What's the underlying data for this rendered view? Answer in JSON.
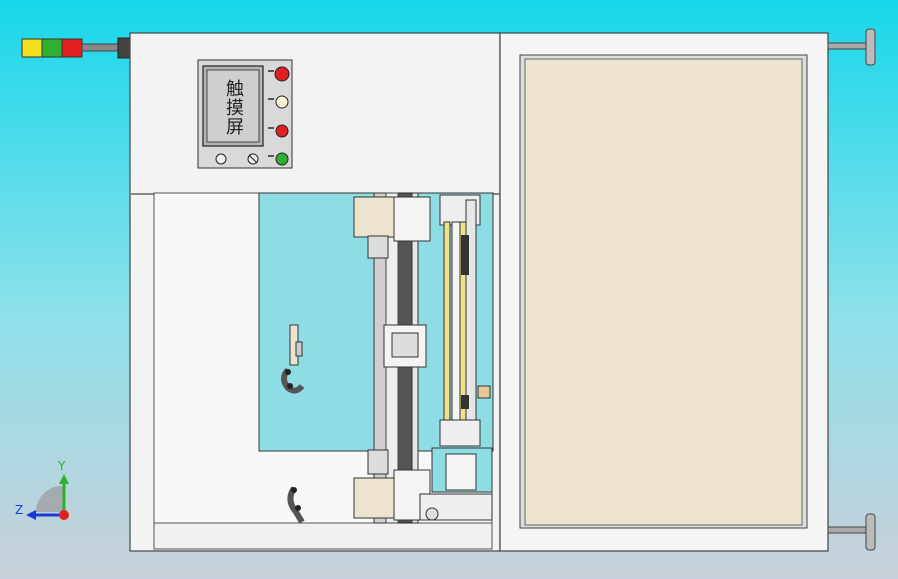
{
  "hmi": {
    "screen_label": "触摸屏"
  },
  "triad": {
    "y_label": "Y",
    "z_label": "Z"
  },
  "colors": {
    "background_top": "#19d6e9",
    "background_bottom": "#c4ced8",
    "frame": "#f2f2f2",
    "door_panel": "#ede4d0",
    "light_red": "#e02020",
    "light_green": "#30b030",
    "light_yellow": "#f0e020"
  }
}
